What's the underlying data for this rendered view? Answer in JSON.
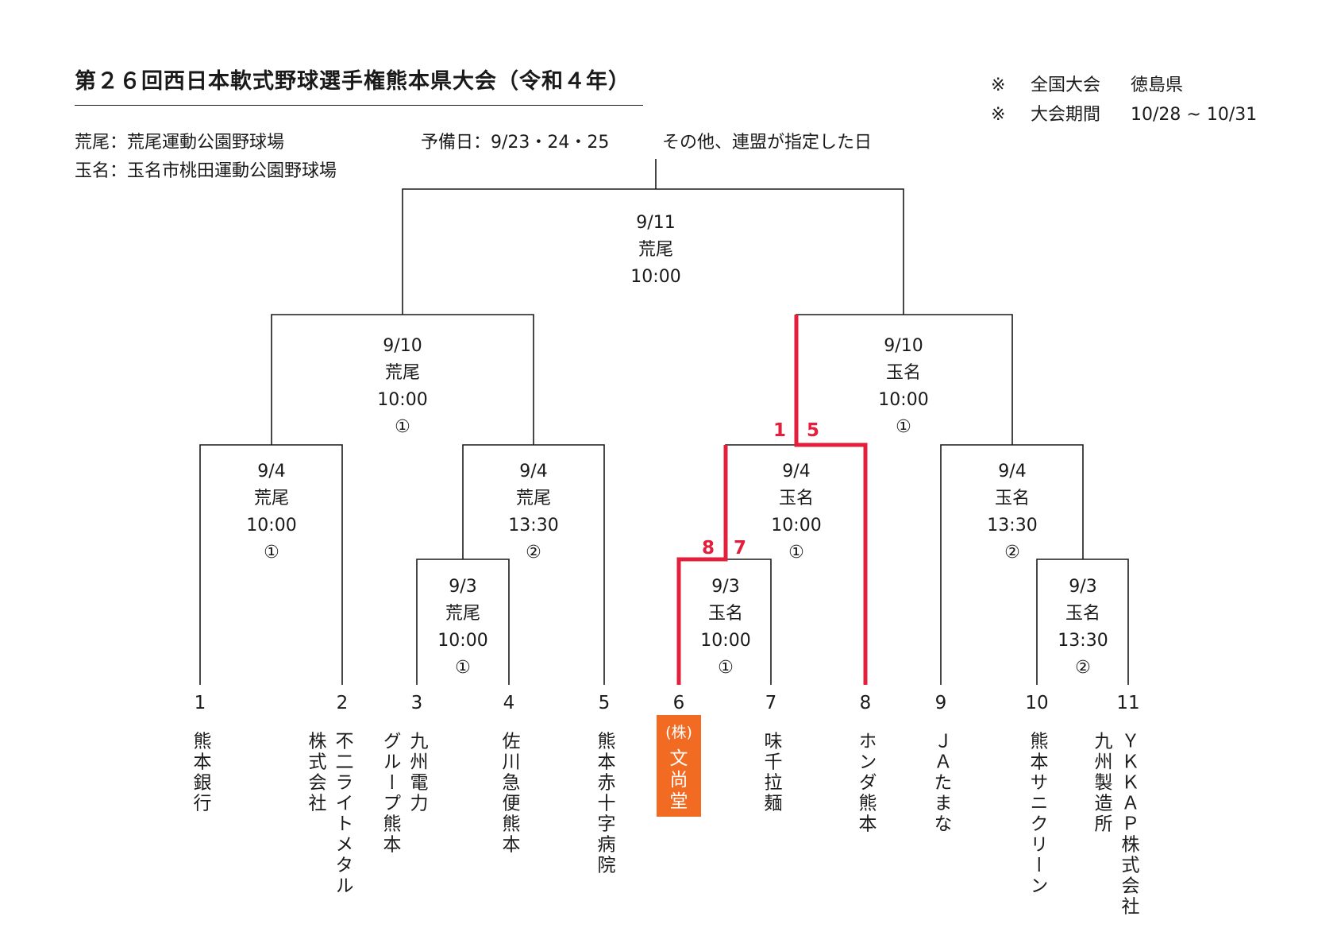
{
  "header": {
    "title": "第２６回西日本軟式野球選手権熊本県大会（令和４年）",
    "venues": [
      "荒尾：荒尾運動公園野球場",
      "玉名：玉名市桃田運動公園野球場"
    ],
    "reserve": "予備日：9/23・24・25",
    "reserve_note": "その他、連盟が指定した日",
    "notes": [
      {
        "mark": "※",
        "label": "全国大会",
        "value": "徳島県"
      },
      {
        "mark": "※",
        "label": "大会期間",
        "value": "10/28 ~ 10/31"
      }
    ]
  },
  "colors": {
    "line": "#1a1a1a",
    "win_path": "#e31f3c",
    "score": "#e31f3c",
    "highlight_bg": "#f26b23",
    "highlight_text": "#ffffff"
  },
  "teams": [
    {
      "no": "1",
      "name": [
        "熊本銀行"
      ]
    },
    {
      "no": "2",
      "name": [
        "不二ライトメタル",
        "株式会社"
      ]
    },
    {
      "no": "3",
      "name": [
        "九州電力",
        "グループ熊本"
      ]
    },
    {
      "no": "4",
      "name": [
        "佐川急便熊本"
      ]
    },
    {
      "no": "5",
      "name": [
        "熊本赤十字病院"
      ]
    },
    {
      "no": "6",
      "name": [
        "(株)",
        "文尚堂"
      ],
      "highlight": true
    },
    {
      "no": "7",
      "name": [
        "味千拉麺"
      ]
    },
    {
      "no": "8",
      "name": [
        "ホンダ熊本"
      ]
    },
    {
      "no": "9",
      "name": [
        "ＪＡたまな"
      ]
    },
    {
      "no": "10",
      "name": [
        "熊本サニクリーン"
      ]
    },
    {
      "no": "11",
      "name": [
        "ＹＫＫＡＰ株式会社",
        "九州製造所"
      ]
    }
  ],
  "matches": [
    {
      "id": "r1a",
      "lines": [
        "9/3",
        "荒尾",
        "10:00",
        "①"
      ]
    },
    {
      "id": "r1b",
      "lines": [
        "9/3",
        "玉名",
        "10:00",
        "①"
      ]
    },
    {
      "id": "r1c",
      "lines": [
        "9/3",
        "玉名",
        "13:30",
        "②"
      ]
    },
    {
      "id": "r2a",
      "lines": [
        "9/4",
        "荒尾",
        "10:00",
        "①"
      ]
    },
    {
      "id": "r2b",
      "lines": [
        "9/4",
        "荒尾",
        "13:30",
        "②"
      ]
    },
    {
      "id": "r2c",
      "lines": [
        "9/4",
        "玉名",
        "10:00",
        "①"
      ]
    },
    {
      "id": "r2d",
      "lines": [
        "9/4",
        "玉名",
        "13:30",
        "②"
      ]
    },
    {
      "id": "sfa",
      "lines": [
        "9/10",
        "荒尾",
        "10:00",
        "①"
      ]
    },
    {
      "id": "sfb",
      "lines": [
        "9/10",
        "玉名",
        "10:00",
        "①"
      ]
    },
    {
      "id": "final",
      "lines": [
        "9/11",
        "荒尾",
        "10:00"
      ]
    }
  ],
  "scores": [
    {
      "id": "r1b_left",
      "value": "8"
    },
    {
      "id": "r1b_right",
      "value": "7"
    },
    {
      "id": "r2c_left",
      "value": "1"
    },
    {
      "id": "r2c_right",
      "value": "5"
    }
  ]
}
